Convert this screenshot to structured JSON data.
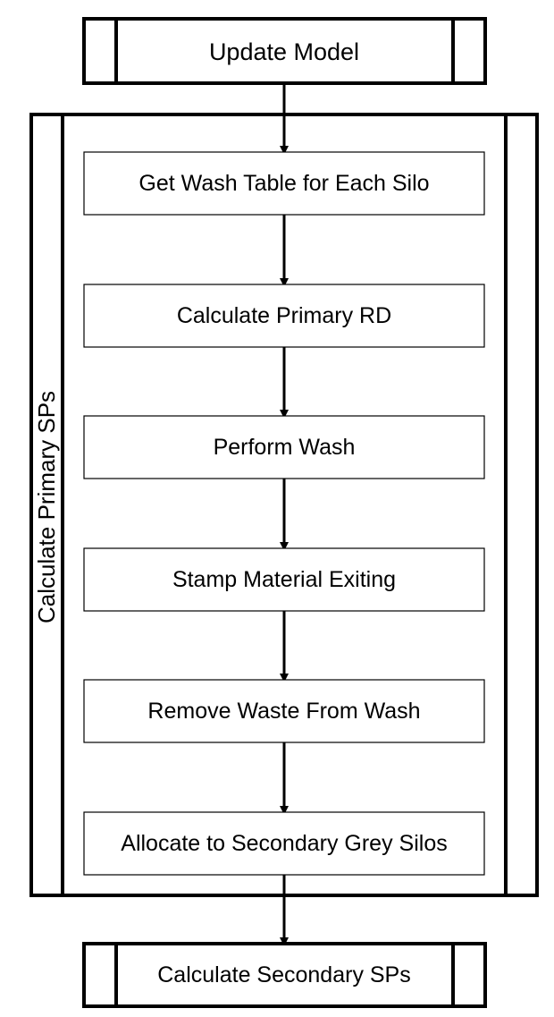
{
  "top_process": {
    "label": "Update Model"
  },
  "group": {
    "label": "Calculate Primary SPs",
    "steps": [
      {
        "label": "Get Wash Table for Each Silo"
      },
      {
        "label": "Calculate Primary RD"
      },
      {
        "label": "Perform Wash"
      },
      {
        "label": "Stamp Material Exiting"
      },
      {
        "label": "Remove Waste From Wash"
      },
      {
        "label": "Allocate to Secondary Grey Silos"
      }
    ]
  },
  "bottom_process": {
    "label": "Calculate Secondary SPs"
  },
  "colors": {
    "stroke": "#000000",
    "fill": "#ffffff",
    "text": "#000000"
  }
}
